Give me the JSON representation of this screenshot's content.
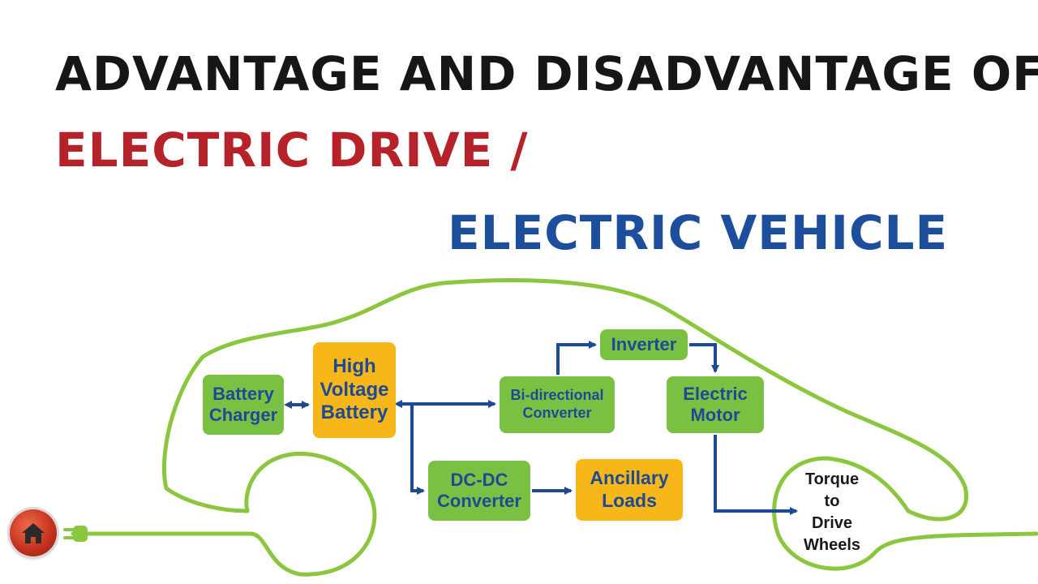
{
  "title": {
    "line1": "ADVANTAGE AND DISADVANTAGE OF",
    "line2": "ELECTRIC DRIVE /",
    "line3": "ELECTRIC VEHICLE"
  },
  "diagram": {
    "battery_charger": "Battery\nCharger",
    "high_voltage_battery": "High\nVoltage\nBattery",
    "bidirectional_converter": "Bi-directional\nConverter",
    "inverter": "Inverter",
    "electric_motor": "Electric\nMotor",
    "dcdc_converter": "DC-DC\nConverter",
    "ancillary_loads": "Ancillary\nLoads",
    "torque": "Torque\nto\nDrive\nWheels"
  },
  "colors": {
    "title_line1": "#161616",
    "title_line2": "#b5222a",
    "title_line3": "#1c4e9b",
    "car_outline": "#8cc63f",
    "box_green": "#7ac143",
    "box_orange": "#f7b718",
    "arrow_blue": "#1d4a96"
  },
  "icons": {
    "home": "home-icon",
    "plug": "plug-icon"
  }
}
